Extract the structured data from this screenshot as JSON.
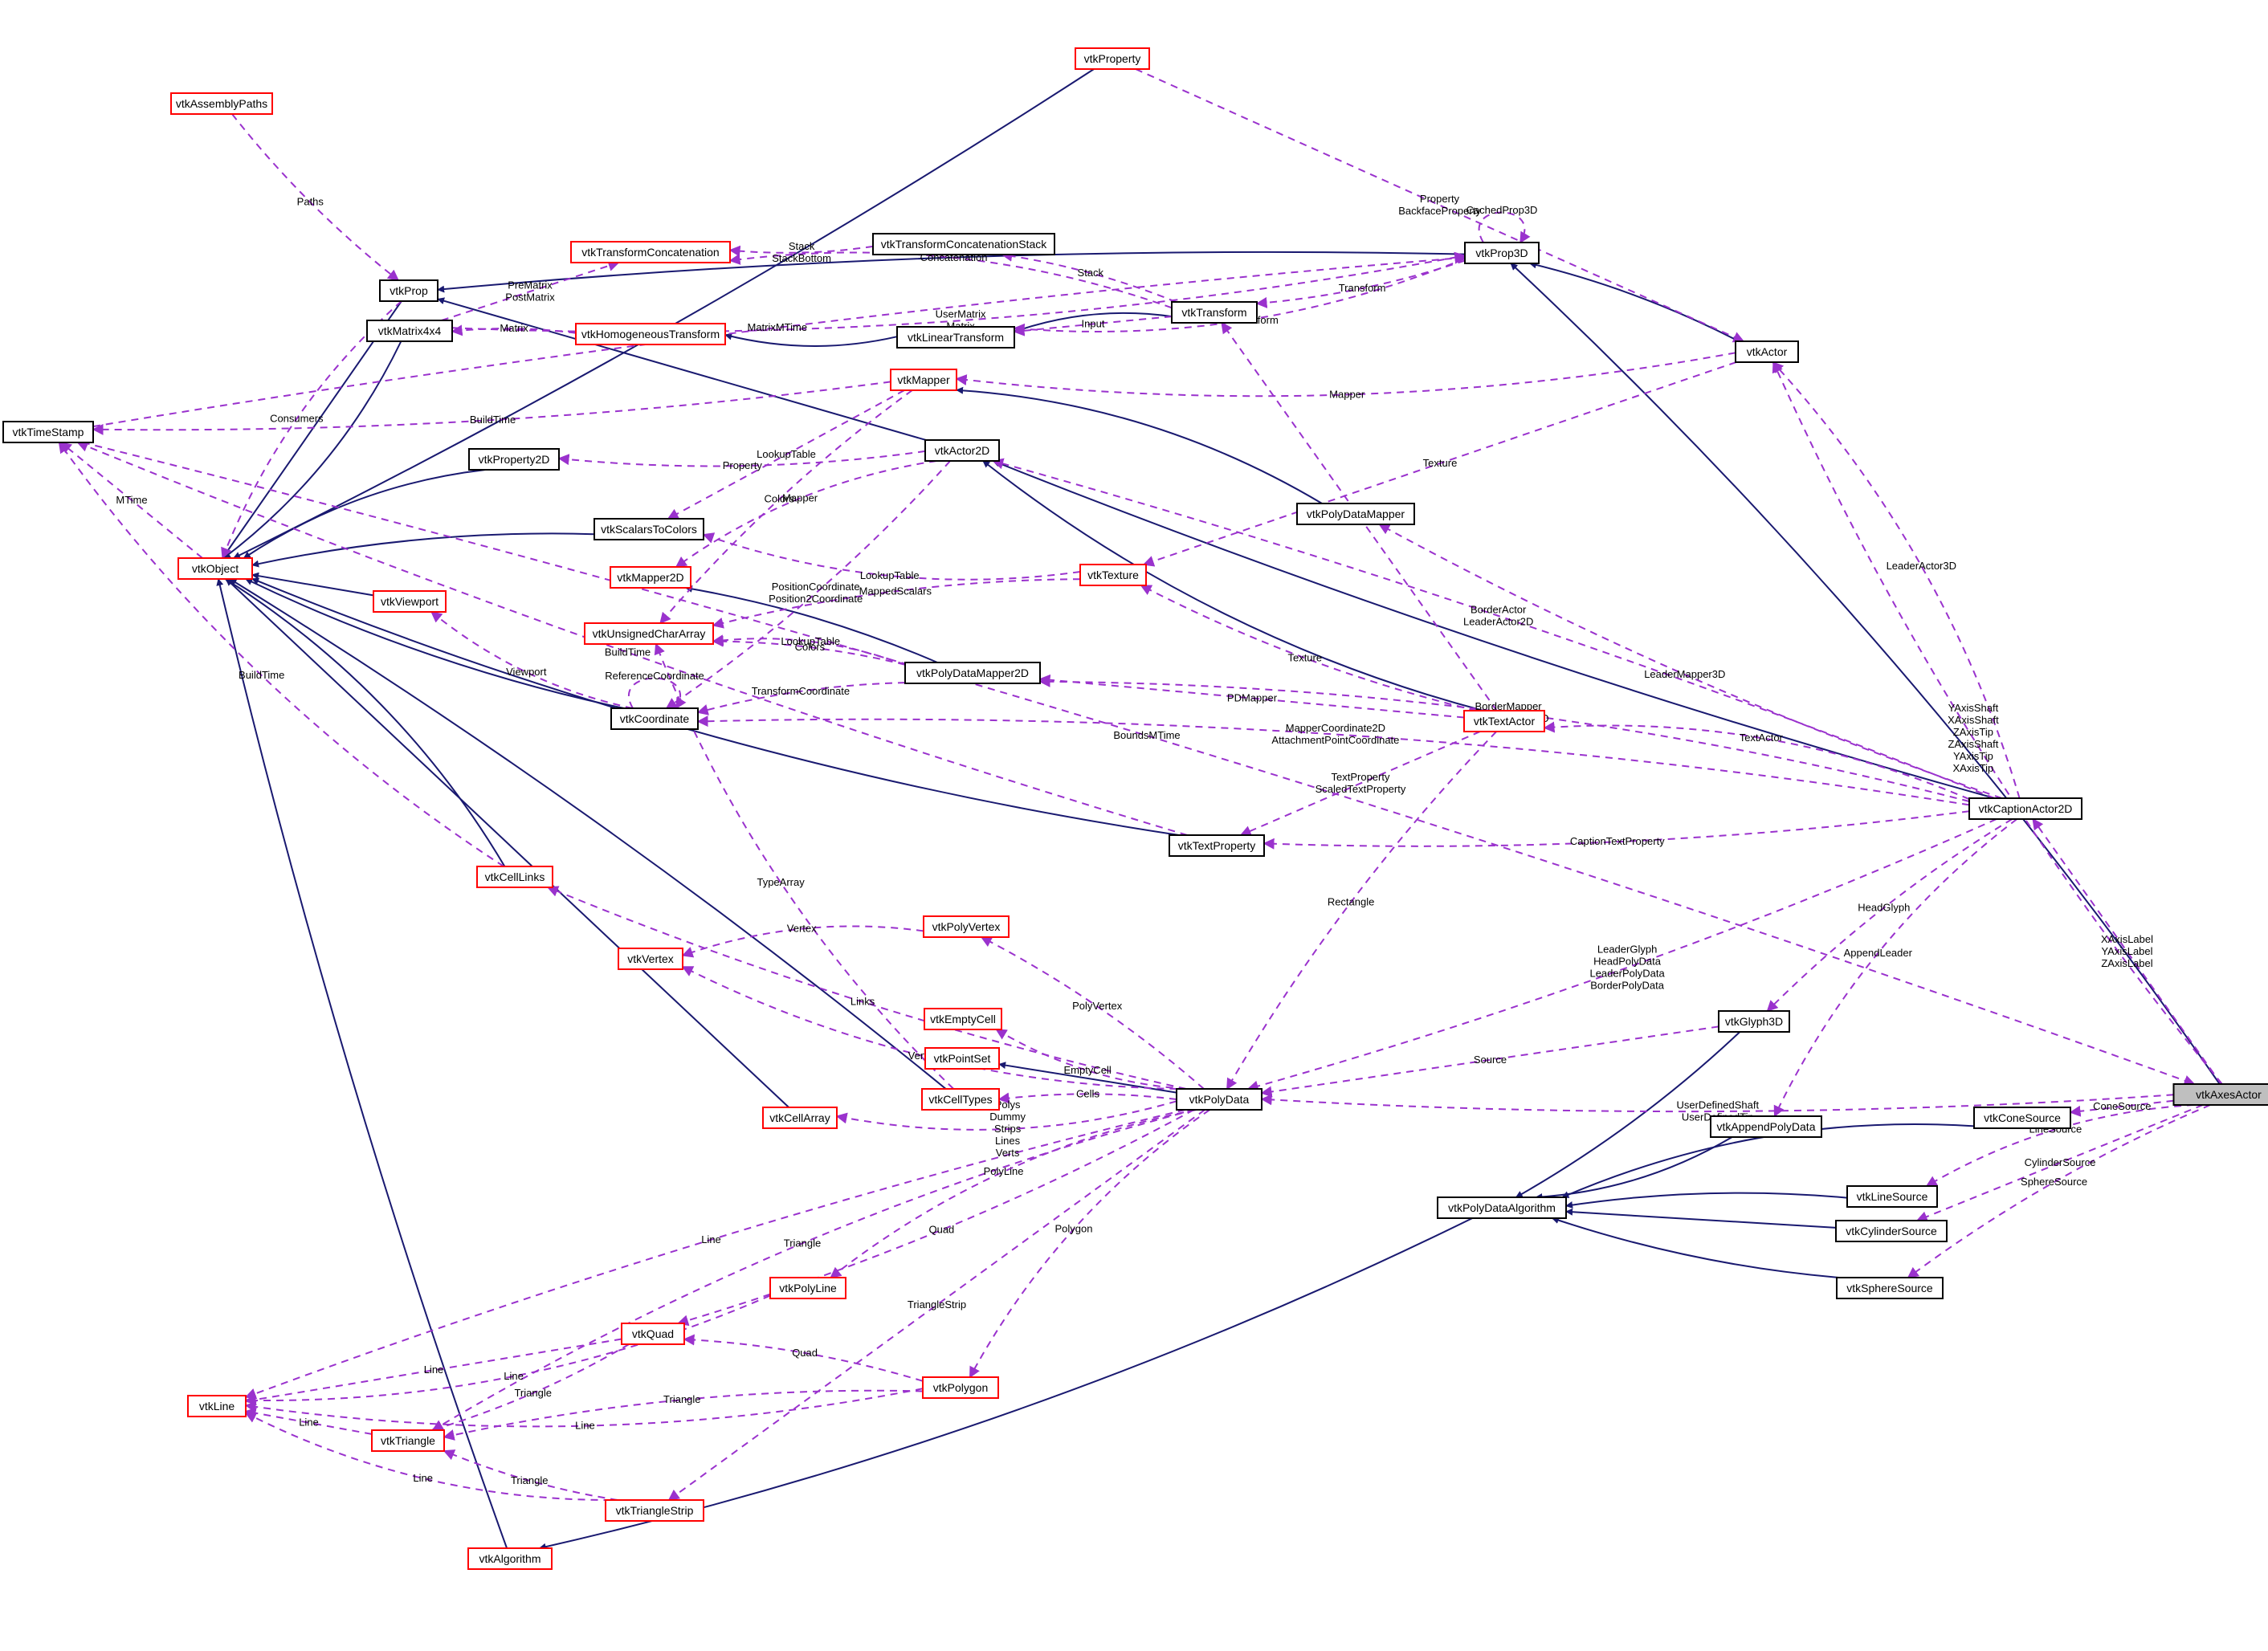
{
  "colors": {
    "inherit_edge": "#191970",
    "usage_edge": "#9a32cd",
    "node_complete": "#000000",
    "node_truncated": "#ff0000",
    "node_focus_fill": "#bfbfbf"
  },
  "nodes": [
    {
      "id": "vtkAxesActor",
      "label": "vtkAxesActor",
      "border": "black",
      "focus": true
    },
    {
      "id": "vtkProp3D",
      "label": "vtkProp3D",
      "border": "black"
    },
    {
      "id": "vtkProp",
      "label": "vtkProp",
      "border": "black"
    },
    {
      "id": "vtkObject",
      "label": "vtkObject",
      "border": "red"
    },
    {
      "id": "vtkTimeStamp",
      "label": "vtkTimeStamp",
      "border": "black"
    },
    {
      "id": "vtkAssemblyPaths",
      "label": "vtkAssemblyPaths",
      "border": "red"
    },
    {
      "id": "vtkProperty",
      "label": "vtkProperty",
      "border": "red"
    },
    {
      "id": "vtkMatrix4x4",
      "label": "vtkMatrix4x4",
      "border": "black"
    },
    {
      "id": "vtkTransformConcatenation",
      "label": "vtkTransformConcatenation",
      "border": "red"
    },
    {
      "id": "vtkTransformConcatenationStack",
      "label": "vtkTransformConcatenationStack",
      "border": "black"
    },
    {
      "id": "vtkHomogeneousTransform",
      "label": "vtkHomogeneousTransform",
      "border": "red"
    },
    {
      "id": "vtkLinearTransform",
      "label": "vtkLinearTransform",
      "border": "black"
    },
    {
      "id": "vtkTransform",
      "label": "vtkTransform",
      "border": "black"
    },
    {
      "id": "vtkActor",
      "label": "vtkActor",
      "border": "black"
    },
    {
      "id": "vtkMapper",
      "label": "vtkMapper",
      "border": "red"
    },
    {
      "id": "vtkActor2D",
      "label": "vtkActor2D",
      "border": "black"
    },
    {
      "id": "vtkProperty2D",
      "label": "vtkProperty2D",
      "border": "black"
    },
    {
      "id": "vtkScalarsToColors",
      "label": "vtkScalarsToColors",
      "border": "black"
    },
    {
      "id": "vtkPolyDataMapper",
      "label": "vtkPolyDataMapper",
      "border": "black"
    },
    {
      "id": "vtkMapper2D",
      "label": "vtkMapper2D",
      "border": "red"
    },
    {
      "id": "vtkTexture",
      "label": "vtkTexture",
      "border": "red"
    },
    {
      "id": "vtkViewport",
      "label": "vtkViewport",
      "border": "red"
    },
    {
      "id": "vtkUnsignedCharArray",
      "label": "vtkUnsignedCharArray",
      "border": "red"
    },
    {
      "id": "vtkPolyDataMapper2D",
      "label": "vtkPolyDataMapper2D",
      "border": "black"
    },
    {
      "id": "vtkCoordinate",
      "label": "vtkCoordinate",
      "border": "black"
    },
    {
      "id": "vtkTextActor",
      "label": "vtkTextActor",
      "border": "red"
    },
    {
      "id": "vtkCaptionActor2D",
      "label": "vtkCaptionActor2D",
      "border": "black"
    },
    {
      "id": "vtkTextProperty",
      "label": "vtkTextProperty",
      "border": "black"
    },
    {
      "id": "vtkCellLinks",
      "label": "vtkCellLinks",
      "border": "red"
    },
    {
      "id": "vtkPolyVertex",
      "label": "vtkPolyVertex",
      "border": "red"
    },
    {
      "id": "vtkVertex",
      "label": "vtkVertex",
      "border": "red"
    },
    {
      "id": "vtkEmptyCell",
      "label": "vtkEmptyCell",
      "border": "red"
    },
    {
      "id": "vtkPointSet",
      "label": "vtkPointSet",
      "border": "red"
    },
    {
      "id": "vtkCellTypes",
      "label": "vtkCellTypes",
      "border": "red"
    },
    {
      "id": "vtkPolyData",
      "label": "vtkPolyData",
      "border": "black"
    },
    {
      "id": "vtkCellArray",
      "label": "vtkCellArray",
      "border": "red"
    },
    {
      "id": "vtkGlyph3D",
      "label": "vtkGlyph3D",
      "border": "black"
    },
    {
      "id": "vtkAppendPolyData",
      "label": "vtkAppendPolyData",
      "border": "black"
    },
    {
      "id": "vtkConeSource",
      "label": "vtkConeSource",
      "border": "black"
    },
    {
      "id": "vtkPolyDataAlgorithm",
      "label": "vtkPolyDataAlgorithm",
      "border": "black"
    },
    {
      "id": "vtkLineSource",
      "label": "vtkLineSource",
      "border": "black"
    },
    {
      "id": "vtkCylinderSource",
      "label": "vtkCylinderSource",
      "border": "black"
    },
    {
      "id": "vtkSphereSource",
      "label": "vtkSphereSource",
      "border": "black"
    },
    {
      "id": "vtkPolyLine",
      "label": "vtkPolyLine",
      "border": "red"
    },
    {
      "id": "vtkQuad",
      "label": "vtkQuad",
      "border": "red"
    },
    {
      "id": "vtkLine",
      "label": "vtkLine",
      "border": "red"
    },
    {
      "id": "vtkPolygon",
      "label": "vtkPolygon",
      "border": "red"
    },
    {
      "id": "vtkTriangle",
      "label": "vtkTriangle",
      "border": "red"
    },
    {
      "id": "vtkTriangleStrip",
      "label": "vtkTriangleStrip",
      "border": "red"
    },
    {
      "id": "vtkAlgorithm",
      "label": "vtkAlgorithm",
      "border": "red"
    }
  ],
  "edges": [
    {
      "from": "vtkProp3D",
      "to": "vtkAxesActor",
      "kind": "inherit"
    },
    {
      "from": "vtkProp",
      "to": "vtkProp3D",
      "kind": "inherit"
    },
    {
      "from": "vtkObject",
      "to": "vtkProp",
      "kind": "inherit"
    },
    {
      "from": "vtkObject",
      "to": "vtkProperty",
      "kind": "inherit"
    },
    {
      "from": "vtkObject",
      "to": "vtkMatrix4x4",
      "kind": "inherit"
    },
    {
      "from": "vtkObject",
      "to": "vtkProperty2D",
      "kind": "inherit"
    },
    {
      "from": "vtkObject",
      "to": "vtkScalarsToColors",
      "kind": "inherit"
    },
    {
      "from": "vtkObject",
      "to": "vtkViewport",
      "kind": "inherit"
    },
    {
      "from": "vtkObject",
      "to": "vtkCoordinate",
      "kind": "inherit"
    },
    {
      "from": "vtkObject",
      "to": "vtkTextProperty",
      "kind": "inherit"
    },
    {
      "from": "vtkObject",
      "to": "vtkCellLinks",
      "kind": "inherit"
    },
    {
      "from": "vtkObject",
      "to": "vtkCellTypes",
      "kind": "inherit"
    },
    {
      "from": "vtkObject",
      "to": "vtkCellArray",
      "kind": "inherit"
    },
    {
      "from": "vtkObject",
      "to": "vtkAlgorithm",
      "kind": "inherit"
    },
    {
      "from": "vtkHomogeneousTransform",
      "to": "vtkLinearTransform",
      "kind": "inherit"
    },
    {
      "from": "vtkLinearTransform",
      "to": "vtkTransform",
      "kind": "inherit"
    },
    {
      "from": "vtkProp3D",
      "to": "vtkActor",
      "kind": "inherit"
    },
    {
      "from": "vtkProp",
      "to": "vtkActor2D",
      "kind": "inherit"
    },
    {
      "from": "vtkActor2D",
      "to": "vtkCaptionActor2D",
      "kind": "inherit"
    },
    {
      "from": "vtkActor2D",
      "to": "vtkTextActor",
      "kind": "inherit"
    },
    {
      "from": "vtkMapper",
      "to": "vtkPolyDataMapper",
      "kind": "inherit"
    },
    {
      "from": "vtkMapper2D",
      "to": "vtkPolyDataMapper2D",
      "kind": "inherit"
    },
    {
      "from": "vtkPointSet",
      "to": "vtkPolyData",
      "kind": "inherit"
    },
    {
      "from": "vtkPolyDataAlgorithm",
      "to": "vtkGlyph3D",
      "kind": "inherit"
    },
    {
      "from": "vtkPolyDataAlgorithm",
      "to": "vtkAppendPolyData",
      "kind": "inherit"
    },
    {
      "from": "vtkPolyDataAlgorithm",
      "to": "vtkConeSource",
      "kind": "inherit"
    },
    {
      "from": "vtkPolyDataAlgorithm",
      "to": "vtkLineSource",
      "kind": "inherit"
    },
    {
      "from": "vtkPolyDataAlgorithm",
      "to": "vtkCylinderSource",
      "kind": "inherit"
    },
    {
      "from": "vtkPolyDataAlgorithm",
      "to": "vtkSphereSource",
      "kind": "inherit"
    },
    {
      "from": "vtkAlgorithm",
      "to": "vtkPolyDataAlgorithm",
      "kind": "inherit"
    },
    {
      "from": "vtkTimeStamp",
      "to": "vtkAxesActor",
      "kind": "usage",
      "label": "BoundsMTime"
    },
    {
      "from": "vtkTimeStamp",
      "to": "vtkProp3D",
      "kind": "usage",
      "label": "MatrixMTime"
    },
    {
      "from": "vtkProperty",
      "to": "vtkActor",
      "kind": "usage",
      "label": "Property\nBackfaceProperty"
    },
    {
      "from": "vtkAssemblyPaths",
      "to": "vtkProp",
      "kind": "usage",
      "label": "Paths"
    },
    {
      "from": "vtkMatrix4x4",
      "to": "vtkProp3D",
      "kind": "usage",
      "label": "UserMatrix\nMatrix"
    },
    {
      "from": "vtkProp3D",
      "to": "vtkProp3D",
      "kind": "usage",
      "label": "CachedProp3D"
    },
    {
      "from": "vtkTransformConcatenationStack",
      "to": "vtkTransformConcatenation",
      "kind": "usage",
      "label": "Stack\nStackBottom"
    },
    {
      "from": "vtkMatrix4x4",
      "to": "vtkTransformConcatenation",
      "kind": "usage",
      "label": "PreMatrix\nPostMatrix"
    },
    {
      "from": "vtkTransform",
      "to": "vtkTransformConcatenationStack",
      "kind": "usage",
      "label": "Stack"
    },
    {
      "from": "vtkTransform",
      "to": "vtkTransformConcatenation",
      "kind": "usage",
      "label": "Concatenation"
    },
    {
      "from": "vtkProp3D",
      "to": "vtkLinearTransform",
      "kind": "usage",
      "label": "UserTransform"
    },
    {
      "from": "vtkProp3D",
      "to": "vtkTransform",
      "kind": "usage",
      "label": "Transform"
    },
    {
      "from": "vtkTransform",
      "to": "vtkLinearTransform",
      "kind": "usage",
      "label": "Input"
    },
    {
      "from": "vtkHomogeneousTransform",
      "to": "vtkMatrix4x4",
      "kind": "usage",
      "label": "Matrix"
    },
    {
      "from": "vtkProp",
      "to": "vtkObject",
      "kind": "usage",
      "label": "Consumers"
    },
    {
      "from": "vtkActor",
      "to": "vtkMapper",
      "kind": "usage",
      "label": "Mapper"
    },
    {
      "from": "vtkMapper",
      "to": "vtkTimeStamp",
      "kind": "usage",
      "label": "BuildTime"
    },
    {
      "from": "vtkMapper",
      "to": "vtkScalarsToColors",
      "kind": "usage",
      "label": "LookupTable"
    },
    {
      "from": "vtkMapper",
      "to": "vtkUnsignedCharArray",
      "kind": "usage",
      "label": "Colors"
    },
    {
      "from": "vtkCaptionActor2D",
      "to": "vtkActor",
      "kind": "usage",
      "label": "LeaderActor3D"
    },
    {
      "from": "vtkAxesActor",
      "to": "vtkActor",
      "kind": "usage",
      "label": "YAxisShaft\nXAxisShaft\nZAxisTip\nZAxisShaft\nYAxisTip\nXAxisTip"
    },
    {
      "from": "vtkActor2D",
      "to": "vtkProperty2D",
      "kind": "usage",
      "label": "Property"
    },
    {
      "from": "vtkObject",
      "to": "vtkTimeStamp",
      "kind": "usage",
      "label": "MTime"
    },
    {
      "from": "vtkCaptionActor2D",
      "to": "vtkActor2D",
      "kind": "usage",
      "label": "BorderActor\nLeaderActor2D"
    },
    {
      "from": "vtkActor2D",
      "to": "vtkMapper2D",
      "kind": "usage",
      "label": "Mapper"
    },
    {
      "from": "vtkTexture",
      "to": "vtkScalarsToColors",
      "kind": "usage",
      "label": "LookupTable"
    },
    {
      "from": "vtkCaptionActor2D",
      "to": "vtkPolyDataMapper",
      "kind": "usage",
      "label": "LeaderMapper3D"
    },
    {
      "from": "vtkActor",
      "to": "vtkTexture",
      "kind": "usage",
      "label": "Texture"
    },
    {
      "from": "vtkTexture",
      "to": "vtkUnsignedCharArray",
      "kind": "usage",
      "label": "MappedScalars"
    },
    {
      "from": "vtkPolyDataMapper2D",
      "to": "vtkUnsignedCharArray",
      "kind": "usage",
      "label": "LookupTable"
    },
    {
      "from": "vtkCoordinate",
      "to": "vtkViewport",
      "kind": "usage",
      "label": "Viewport"
    },
    {
      "from": "vtkTextActor",
      "to": "vtkTexture",
      "kind": "usage",
      "label": "Texture"
    },
    {
      "from": "vtkTextActor",
      "to": "vtkTransform",
      "kind": "usage",
      "label": "Transform"
    },
    {
      "from": "vtkPolyDataMapper2D",
      "to": "vtkUnsignedCharArray",
      "kind": "usage",
      "label": "Colors"
    },
    {
      "from": "vtkCaptionActor2D",
      "to": "vtkPolyDataMapper2D",
      "kind": "usage",
      "label": "BorderMapper\nLeaderMapper2D"
    },
    {
      "from": "vtkCoordinate",
      "to": "vtkCoordinate",
      "kind": "usage",
      "label": "ReferenceCoordinate"
    },
    {
      "from": "vtkActor2D",
      "to": "vtkCoordinate",
      "kind": "usage",
      "label": "PositionCoordinate\nPosition2Coordinate"
    },
    {
      "from": "vtkTextActor",
      "to": "vtkPolyDataMapper2D",
      "kind": "usage",
      "label": "PDMapper"
    },
    {
      "from": "vtkPolyDataMapper2D",
      "to": "vtkCoordinate",
      "kind": "usage",
      "label": "TransformCoordinate"
    },
    {
      "from": "vtkCaptionActor2D",
      "to": "vtkTextActor",
      "kind": "usage",
      "label": "TextActor"
    },
    {
      "from": "vtkCellTypes",
      "to": "vtkUnsignedCharArray",
      "kind": "usage",
      "label": "TypeArray"
    },
    {
      "from": "vtkTextProperty",
      "to": "vtkTimeStamp",
      "kind": "usage",
      "label": "BuildTime"
    },
    {
      "from": "vtkTextActor",
      "to": "vtkTextProperty",
      "kind": "usage",
      "label": "TextProperty\nScaledTextProperty"
    },
    {
      "from": "vtkTextActor",
      "to": "vtkPolyData",
      "kind": "usage",
      "label": "Rectangle"
    },
    {
      "from": "vtkCaptionActor2D",
      "to": "vtkCoordinate",
      "kind": "usage",
      "label": "MapperCoordinate2D\nAttachmentPointCoordinate"
    },
    {
      "from": "vtkCellLinks",
      "to": "vtkTimeStamp",
      "kind": "usage",
      "label": "BuildTime"
    },
    {
      "from": "vtkCaptionActor2D",
      "to": "vtkTextProperty",
      "kind": "usage",
      "label": "CaptionTextProperty"
    },
    {
      "from": "vtkAxesActor",
      "to": "vtkCaptionActor2D",
      "kind": "usage",
      "label": "XAxisLabel\nYAxisLabel\nZAxisLabel"
    },
    {
      "from": "vtkPolyData",
      "to": "vtkPolyVertex",
      "kind": "usage",
      "label": "PolyVertex"
    },
    {
      "from": "vtkPolyVertex",
      "to": "vtkVertex",
      "kind": "usage",
      "label": "Vertex"
    },
    {
      "from": "vtkPolyData",
      "to": "vtkVertex",
      "kind": "usage",
      "label": "Vertex"
    },
    {
      "from": "vtkCaptionActor2D",
      "to": "vtkPolyData",
      "kind": "usage",
      "label": "LeaderGlyph\nHeadPolyData\nLeaderPolyData\nBorderPolyData"
    },
    {
      "from": "vtkGlyph3D",
      "to": "vtkPolyData",
      "kind": "usage",
      "label": "Source"
    },
    {
      "from": "vtkCaptionActor2D",
      "to": "vtkGlyph3D",
      "kind": "usage",
      "label": "HeadGlyph"
    },
    {
      "from": "vtkCaptionActor2D",
      "to": "vtkAppendPolyData",
      "kind": "usage",
      "label": "AppendLeader"
    },
    {
      "from": "vtkPolyData",
      "to": "vtkEmptyCell",
      "kind": "usage",
      "label": "EmptyCell"
    },
    {
      "from": "vtkAxesActor",
      "to": "vtkPolyData",
      "kind": "usage",
      "label": "UserDefinedShaft\nUserDefinedTip"
    },
    {
      "from": "vtkAxesActor",
      "to": "vtkConeSource",
      "kind": "usage",
      "label": "ConeSource"
    },
    {
      "from": "vtkPolyData",
      "to": "vtkCellTypes",
      "kind": "usage",
      "label": "Cells"
    },
    {
      "from": "vtkAxesActor",
      "to": "vtkLineSource",
      "kind": "usage",
      "label": "LineSource"
    },
    {
      "from": "vtkPolyData",
      "to": "vtkCellArray",
      "kind": "usage",
      "label": "Polys\nDummy\nStrips\nLines\nVerts"
    },
    {
      "from": "vtkPolyData",
      "to": "vtkCellLinks",
      "kind": "usage",
      "label": "Links"
    },
    {
      "from": "vtkAxesActor",
      "to": "vtkCylinderSource",
      "kind": "usage",
      "label": "CylinderSource"
    },
    {
      "from": "vtkAxesActor",
      "to": "vtkSphereSource",
      "kind": "usage",
      "label": "SphereSource"
    },
    {
      "from": "vtkPolyData",
      "to": "vtkPolyLine",
      "kind": "usage",
      "label": "PolyLine"
    },
    {
      "from": "vtkPolyLine",
      "to": "vtkLine",
      "kind": "usage",
      "label": "Line"
    },
    {
      "from": "vtkPolyData",
      "to": "vtkQuad",
      "kind": "usage",
      "label": "Quad"
    },
    {
      "from": "vtkQuad",
      "to": "vtkLine",
      "kind": "usage",
      "label": "Line"
    },
    {
      "from": "vtkPolygon",
      "to": "vtkQuad",
      "kind": "usage",
      "label": "Quad"
    },
    {
      "from": "vtkPolyData",
      "to": "vtkPolygon",
      "kind": "usage",
      "label": "Polygon"
    },
    {
      "from": "vtkPolygon",
      "to": "vtkLine",
      "kind": "usage",
      "label": "Line"
    },
    {
      "from": "vtkQuad",
      "to": "vtkTriangle",
      "kind": "usage",
      "label": "Triangle"
    },
    {
      "from": "vtkTriangle",
      "to": "vtkLine",
      "kind": "usage",
      "label": "Line"
    },
    {
      "from": "vtkPolygon",
      "to": "vtkTriangle",
      "kind": "usage",
      "label": "Triangle"
    },
    {
      "from": "vtkPolyData",
      "to": "vtkTriangle",
      "kind": "usage",
      "label": "Triangle"
    },
    {
      "from": "vtkTriangleStrip",
      "to": "vtkLine",
      "kind": "usage",
      "label": "Line"
    },
    {
      "from": "vtkTriangleStrip",
      "to": "vtkTriangle",
      "kind": "usage",
      "label": "Triangle"
    },
    {
      "from": "vtkPolyData",
      "to": "vtkTriangleStrip",
      "kind": "usage",
      "label": "TriangleStrip"
    },
    {
      "from": "vtkPolyData",
      "to": "vtkLine",
      "kind": "usage",
      "label": "Line"
    }
  ]
}
